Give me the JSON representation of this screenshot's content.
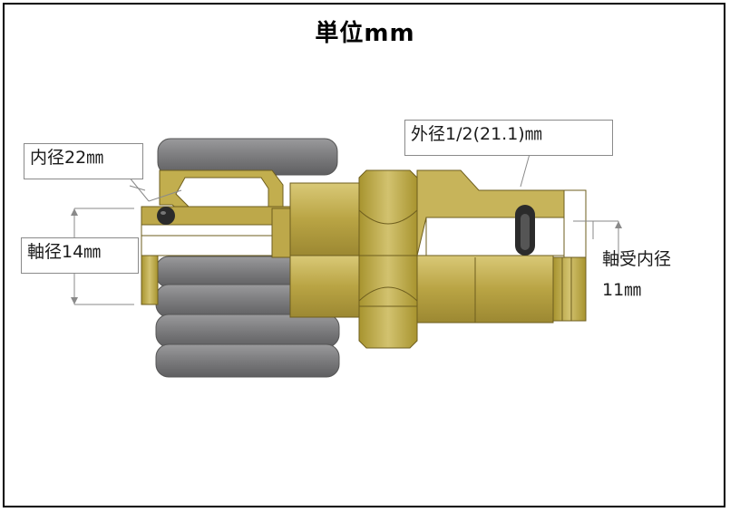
{
  "title": "単位mm",
  "labels": {
    "inner_diameter": "内径22㎜",
    "shaft_diameter": "軸径14㎜",
    "outer_diameter": "外径1/2(21.1)㎜",
    "bearing_inner_diameter_line1": "軸受内径",
    "bearing_inner_diameter_line2": "11㎜"
  },
  "colors": {
    "brass": "#b8a343",
    "brass_light": "#d8c874",
    "brass_dark": "#8e7c2c",
    "rubber": "#7e7e80",
    "rubber_dark": "#5c5c5e",
    "oring": "#2d2d2d",
    "leader": "#8a8a8a"
  }
}
